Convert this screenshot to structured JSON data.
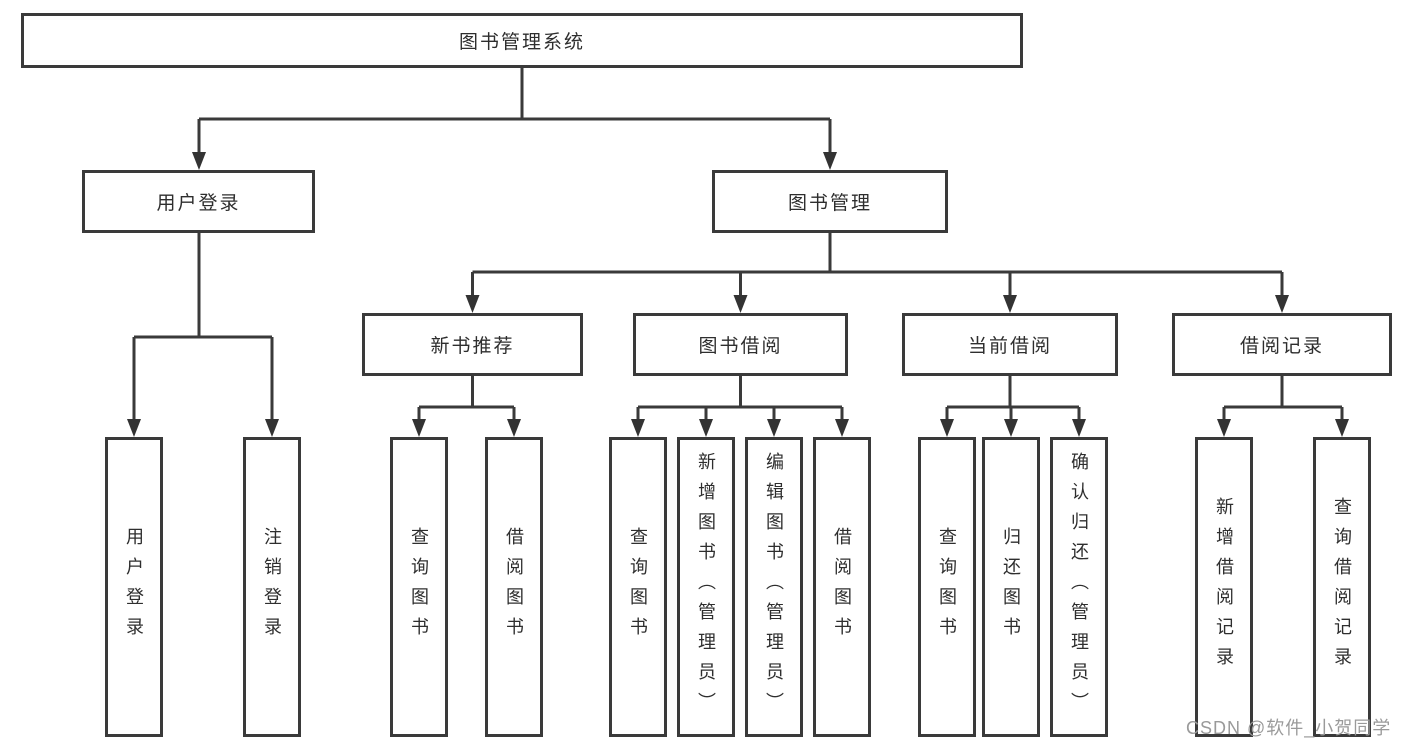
{
  "diagram": {
    "type": "hierarchy-tree",
    "root": {
      "label": "图书管理系统"
    },
    "branches": [
      {
        "label": "用户登录",
        "children": [
          {
            "label": "用户登录"
          },
          {
            "label": "注销登录"
          }
        ]
      },
      {
        "label": "图书管理",
        "children": [
          {
            "label": "新书推荐",
            "children": [
              {
                "label": "查询图书"
              },
              {
                "label": "借阅图书"
              }
            ]
          },
          {
            "label": "图书借阅",
            "children": [
              {
                "label": "查询图书"
              },
              {
                "label": "新增图书（管理员）"
              },
              {
                "label": "编辑图书（管理员）"
              },
              {
                "label": "借阅图书"
              }
            ]
          },
          {
            "label": "当前借阅",
            "children": [
              {
                "label": "查询图书"
              },
              {
                "label": "归还图书"
              },
              {
                "label": "确认归还（管理员）"
              }
            ]
          },
          {
            "label": "借阅记录",
            "children": [
              {
                "label": "新增借阅记录"
              },
              {
                "label": "查询借阅记录"
              }
            ]
          }
        ]
      }
    ]
  },
  "watermark": {
    "text": "CSDN @软件_小贺同学"
  },
  "colors": {
    "line": "#3a3a3a",
    "box_border": "#3a3a3a",
    "box_fill": "#ffffff",
    "text": "#2e2e2e",
    "watermark": "#9a9a9a",
    "background": "#ffffff"
  }
}
